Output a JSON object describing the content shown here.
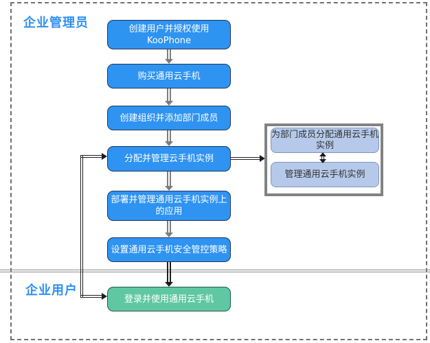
{
  "diagram": {
    "lanes": [
      {
        "id": "admin",
        "label": "企业管理员"
      },
      {
        "id": "user",
        "label": "企业用户"
      }
    ],
    "flow_steps": [
      {
        "id": "create-user",
        "label": "创建用户并授权使用 KooPhone",
        "color": "blue"
      },
      {
        "id": "purchase-phone",
        "label": "购买通用云手机",
        "color": "blue"
      },
      {
        "id": "create-org",
        "label": "创建组织并添加部门成员",
        "color": "blue"
      },
      {
        "id": "allocate-manage",
        "label": "分配并管理云手机实例",
        "color": "blue"
      },
      {
        "id": "deploy-apps",
        "label": "部署并管理通用云手机实例上的应用",
        "color": "blue"
      },
      {
        "id": "security-policy",
        "label": "设置通用云手机安全管控策略",
        "color": "blue"
      },
      {
        "id": "login-use",
        "label": "登录并使用通用云手机",
        "color": "green"
      }
    ],
    "side_panel": {
      "items": [
        {
          "id": "assign-instances",
          "label": "为部门成员分配通用云手机实例"
        },
        {
          "id": "manage-instances",
          "label": "管理通用云手机实例"
        }
      ]
    },
    "colors": {
      "step_blue": "#2F93F2",
      "final_green": "#5FC8A3",
      "side_fill": "#B6C9EA",
      "lane_label": "#2E8FF2",
      "arrow_gray": "#7D7D7D",
      "connector_dark": "#1C1C1C",
      "panel_border": "#828282"
    }
  }
}
